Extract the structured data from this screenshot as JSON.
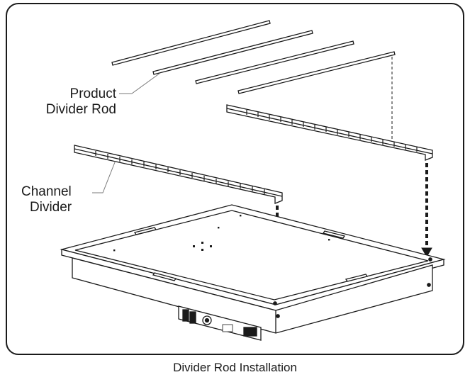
{
  "labels": {
    "product_divider_rod_line1": "Product",
    "product_divider_rod_line2": "Divider Rod",
    "channel_divider_line1": "Channel",
    "channel_divider_line2": "Divider"
  },
  "caption": "Divider Rod Installation",
  "colors": {
    "line": "#1a1a1a",
    "leader": "#7a7a7a",
    "background": "#ffffff"
  }
}
